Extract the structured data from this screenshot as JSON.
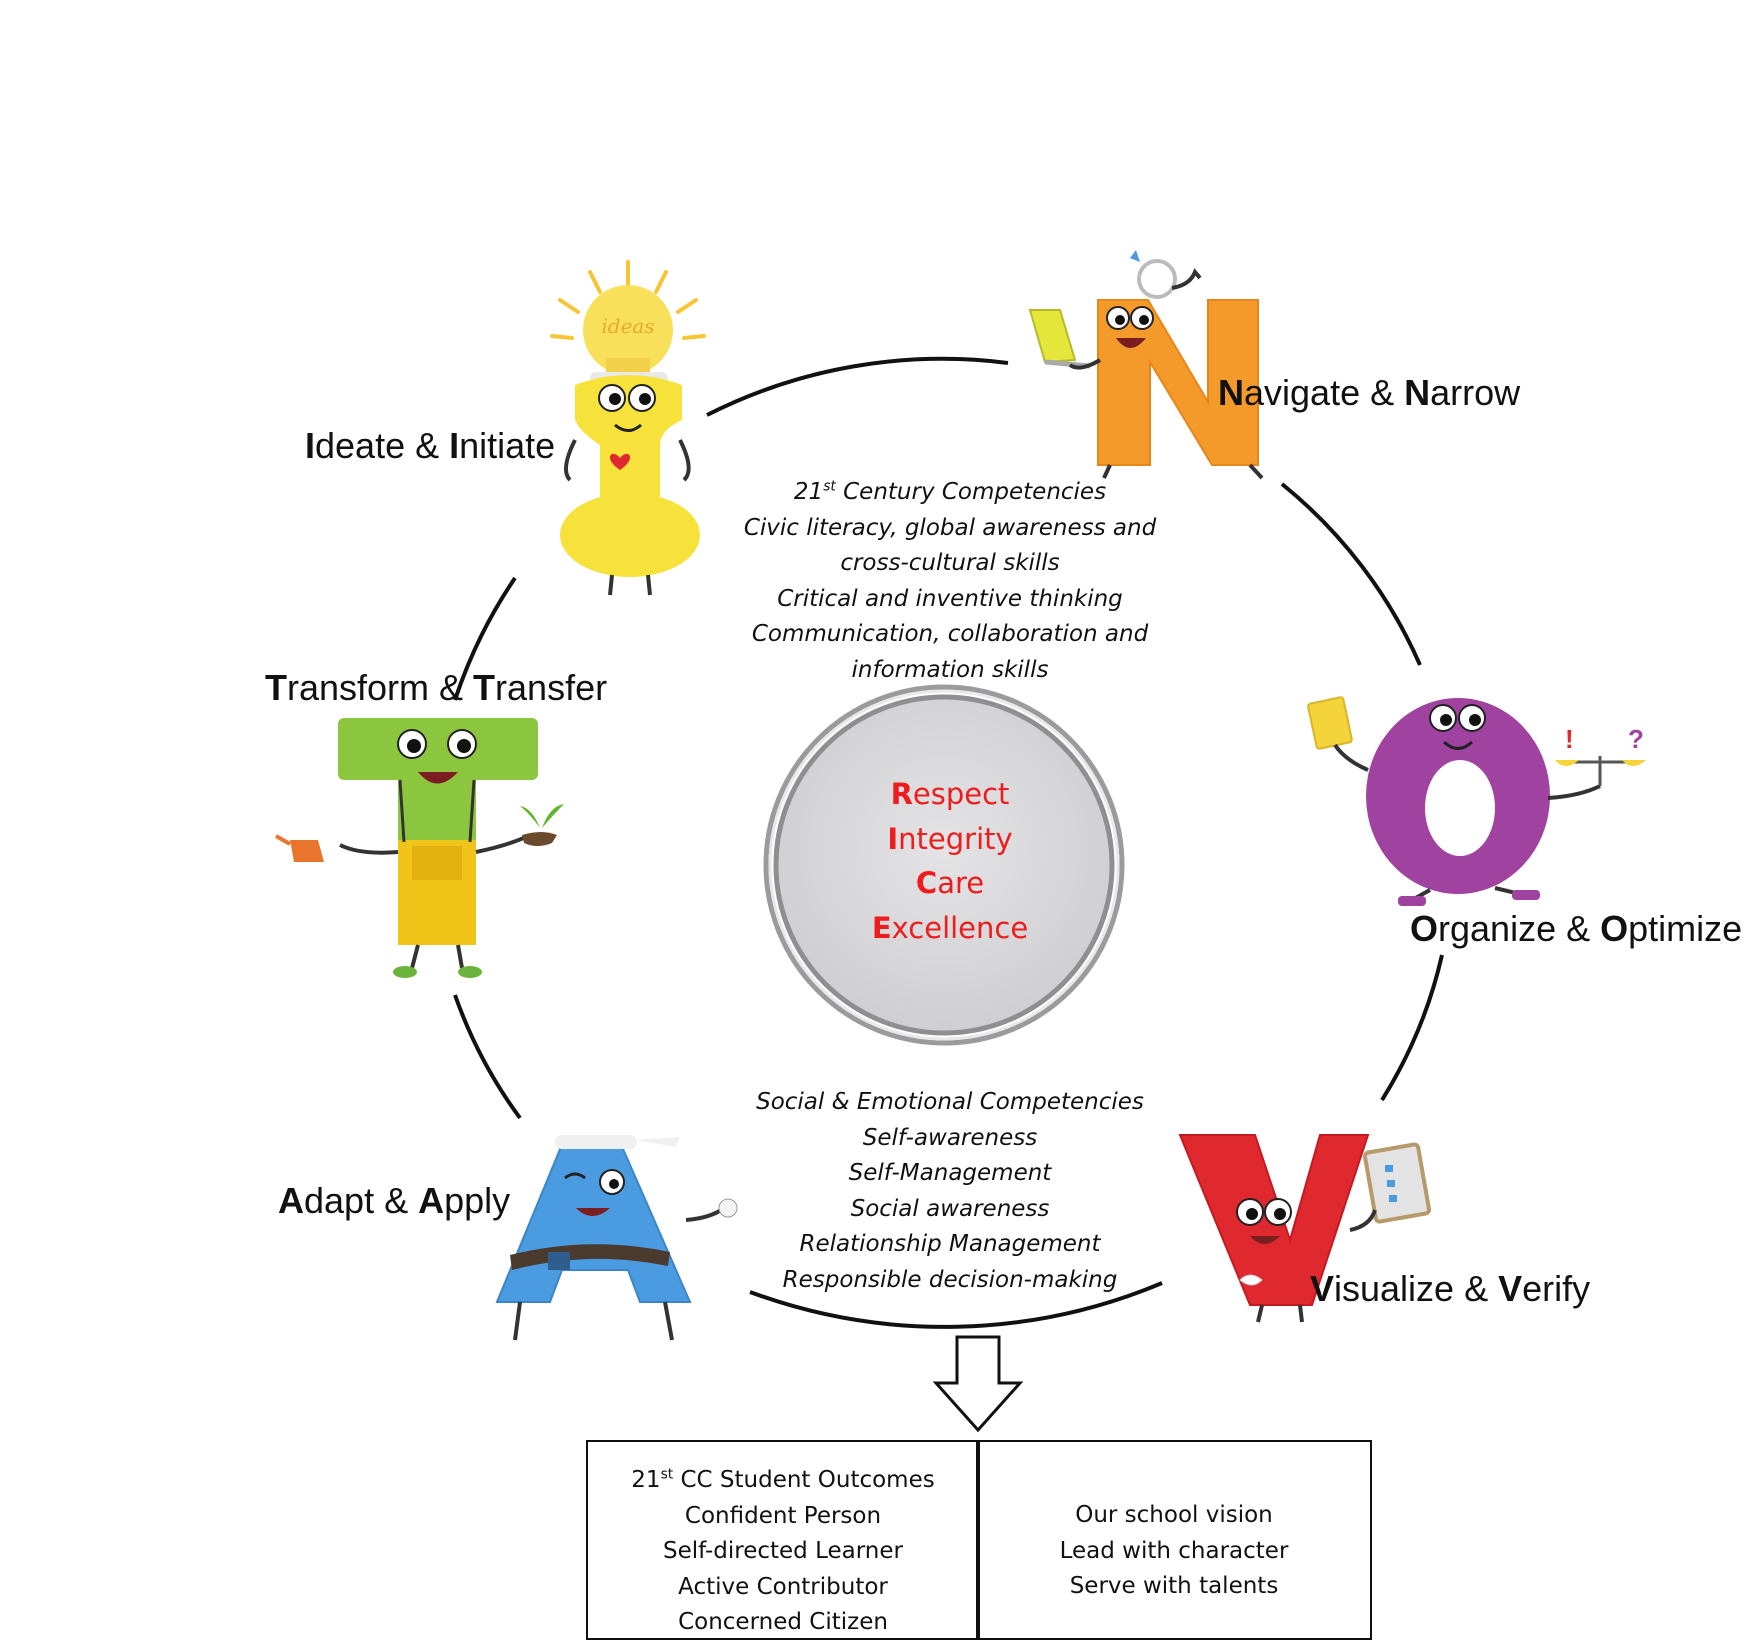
{
  "stages": [
    {
      "initial1": "I",
      "rest1": "deate & ",
      "initial2": "I",
      "rest2": "nitiate",
      "character": "letter-I-lightbulb-character",
      "color": "#f7e23b"
    },
    {
      "initial1": "N",
      "rest1": "avigate & ",
      "initial2": "N",
      "rest2": "arrow",
      "character": "letter-N-laptop-character",
      "color": "#f39a2a"
    },
    {
      "initial1": "O",
      "rest1": "rganize & ",
      "initial2": "O",
      "rest2": "ptimize",
      "character": "letter-O-scale-character",
      "color": "#a043a0"
    },
    {
      "initial1": "V",
      "rest1": "isualize & ",
      "initial2": "V",
      "rest2": "erify",
      "character": "letter-V-checklist-character",
      "color": "#e0282f"
    },
    {
      "initial1": "A",
      "rest1": "dapt & ",
      "initial2": "A",
      "rest2": "pply",
      "character": "letter-A-toolbelt-character",
      "color": "#4a9be0"
    },
    {
      "initial1": "T",
      "rest1": "ransform & ",
      "initial2": "T",
      "rest2": "ransfer",
      "character": "letter-T-gardener-character",
      "color": "#8cc63f"
    }
  ],
  "century_competencies": {
    "title_main": "21",
    "title_sup": "st",
    "title_rest": " Century Competencies",
    "items": [
      "Civic literacy, global awareness and",
      "cross-cultural skills",
      "Critical and inventive thinking",
      "Communication, collaboration and",
      "information skills"
    ]
  },
  "core_values": [
    {
      "initial": "R",
      "rest": "espect"
    },
    {
      "initial": "I",
      "rest": "ntegrity"
    },
    {
      "initial": "C",
      "rest": "are"
    },
    {
      "initial": "E",
      "rest": "xcellence"
    }
  ],
  "social_emotional": {
    "title": "Social & Emotional Competencies",
    "items": [
      "Self-awareness",
      "Self-Management",
      "Social awareness",
      "Relationship Management",
      "Responsible decision-making"
    ]
  },
  "outcomes_box": {
    "title_main": "21",
    "title_sup": "st",
    "title_rest": " CC Student Outcomes",
    "items": [
      "Confident Person",
      "Self-directed Learner",
      "Active Contributor",
      "Concerned Citizen"
    ]
  },
  "vision_box": {
    "items": [
      "Our school vision",
      "Lead with character",
      "Serve with talents"
    ]
  },
  "colors": {
    "value_text": "#ee1c1c",
    "ring": "#111111",
    "center_fill": "#d9d8da"
  }
}
